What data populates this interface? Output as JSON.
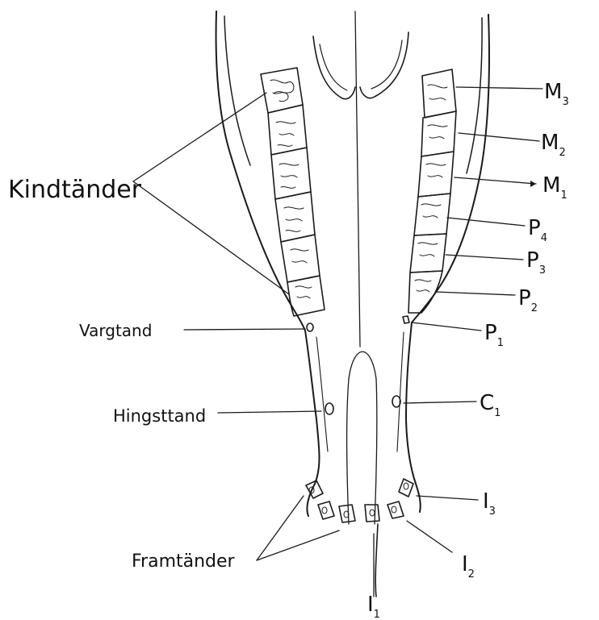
{
  "labels": {
    "kindtander": "Kindtänder",
    "vargtand": "Vargtand",
    "hingsttand": "Hingsttand",
    "framtander": "Framtänder"
  },
  "right_labels": [
    {
      "id": "m3",
      "main": "M",
      "sub": "3"
    },
    {
      "id": "m2",
      "main": "M",
      "sub": "2"
    },
    {
      "id": "m1",
      "main": "M",
      "sub": "1"
    },
    {
      "id": "p4",
      "main": "P",
      "sub": "4"
    },
    {
      "id": "p3",
      "main": "P",
      "sub": "3"
    },
    {
      "id": "p2",
      "main": "P",
      "sub": "2"
    },
    {
      "id": "p1",
      "main": "P",
      "sub": "1"
    },
    {
      "id": "c1",
      "main": "C",
      "sub": "1"
    },
    {
      "id": "i3",
      "main": "I",
      "sub": "3"
    },
    {
      "id": "i2",
      "main": "I",
      "sub": "2"
    },
    {
      "id": "i1",
      "main": "I",
      "sub": "1"
    }
  ]
}
